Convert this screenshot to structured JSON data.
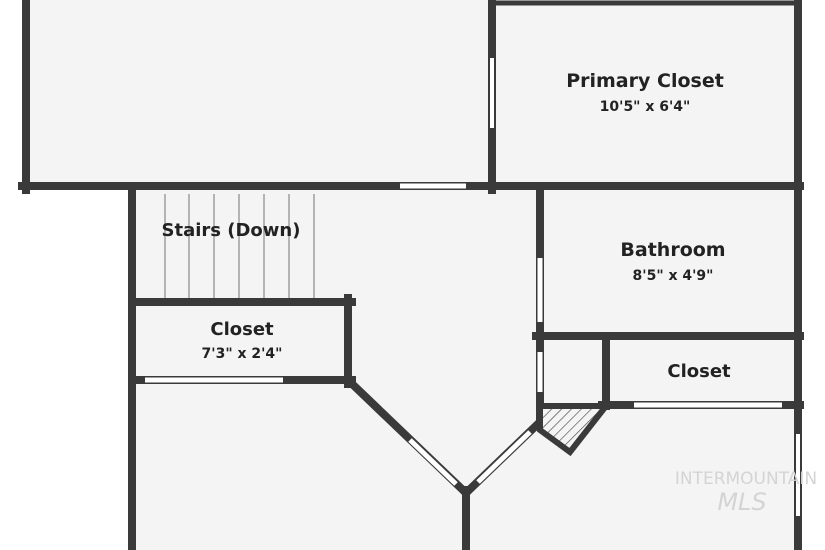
{
  "colors": {
    "wall": "#3a3a3a",
    "floor": "#f4f4f4",
    "background": "#ffffff",
    "opening": "#ffffff",
    "watermark": "#d0d0d0"
  },
  "rooms": {
    "primary_closet": {
      "name": "Primary Closet",
      "dims": "10'5\" x 6'4\""
    },
    "stairs": {
      "name": "Stairs (Down)"
    },
    "bathroom": {
      "name": "Bathroom",
      "dims": "8'5\" x 4'9\""
    },
    "closet_left": {
      "name": "Closet",
      "dims": "7'3\" x 2'4\""
    },
    "closet_right": {
      "name": "Closet"
    }
  },
  "watermark": {
    "line1": "INTERMOUNTAIN",
    "line2": "MLS"
  }
}
